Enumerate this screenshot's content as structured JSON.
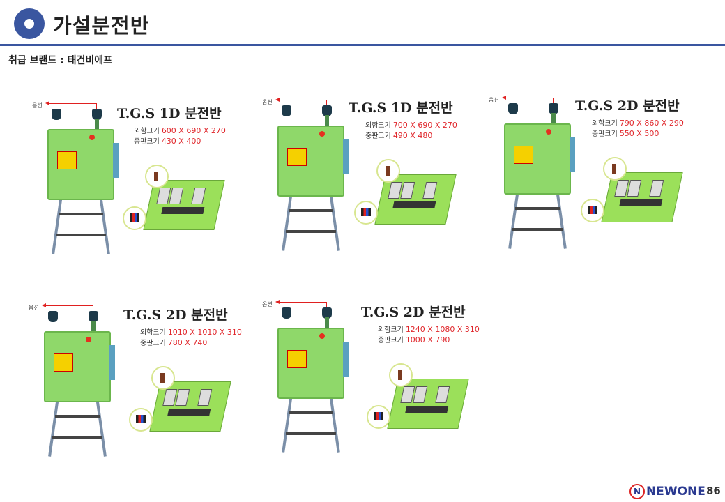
{
  "header": {
    "title": "가설분전반",
    "accent": "#3a56a0"
  },
  "brand_line": "취급 브랜드 : 태건비에프",
  "products": [
    {
      "title": "T.G.S 1D 분전반",
      "option_label": "옵션",
      "outer_label": "외함크기",
      "outer_size": "600 X 690 X 270",
      "panel_label": "중판크기",
      "panel_size": "430 X 400"
    },
    {
      "title": "T.G.S 1D 분전반",
      "option_label": "옵션",
      "outer_label": "외함크기",
      "outer_size": "700 X 690 X 270",
      "panel_label": "중판크기",
      "panel_size": "490 X 480"
    },
    {
      "title": "T.G.S 2D 분전반",
      "option_label": "옵션",
      "outer_label": "외함크기",
      "outer_size": "790 X 860 X 290",
      "panel_label": "중판크기",
      "panel_size": "550 X 500"
    },
    {
      "title": "T.G.S 2D 분전반",
      "option_label": "옵션",
      "outer_label": "외함크기",
      "outer_size": "1010 X 1010 X 310",
      "panel_label": "중판크기",
      "panel_size": "780 X 740"
    },
    {
      "title": "T.G.S 2D 분전반",
      "option_label": "옵션",
      "outer_label": "외함크기",
      "outer_size": "1240 X 1080 X 310",
      "panel_label": "중판크기",
      "panel_size": "1000 X 790"
    }
  ],
  "footer": {
    "logo": "NEWONE",
    "page_number": "86"
  }
}
